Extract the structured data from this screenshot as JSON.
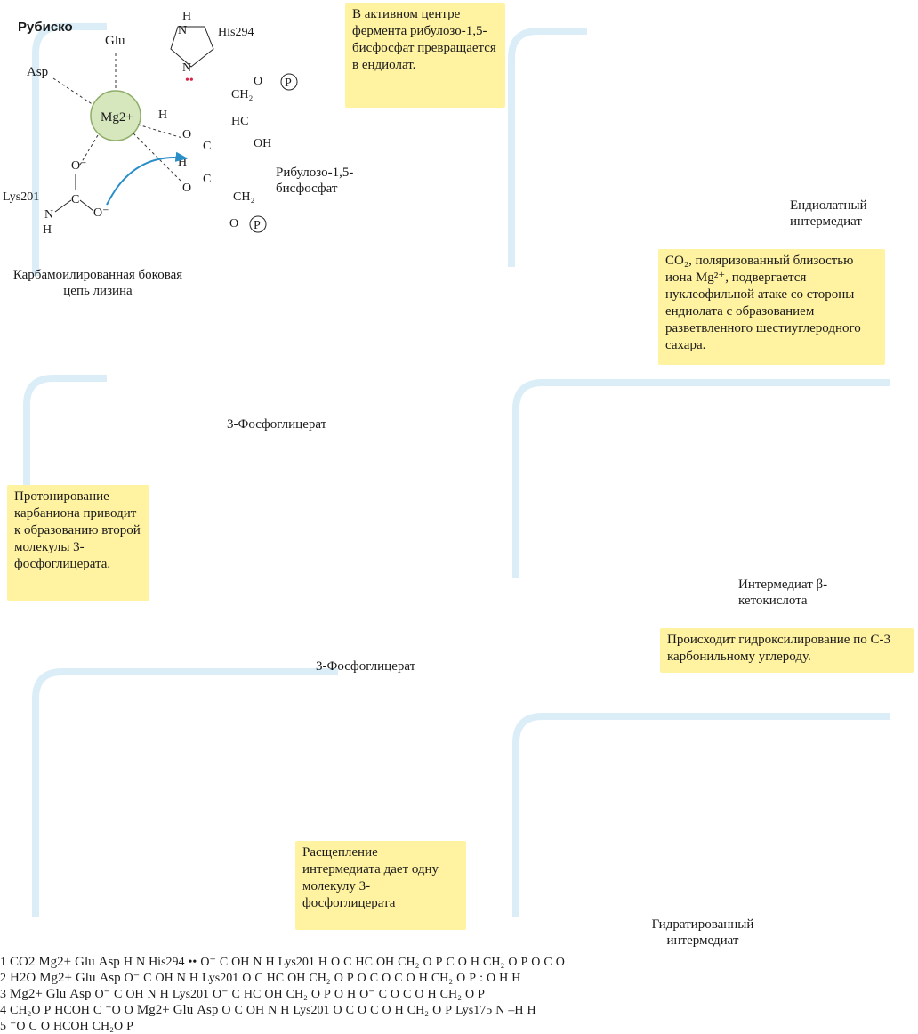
{
  "title": "Рубиско",
  "steps": [
    "1",
    "2",
    "3",
    "4",
    "5"
  ],
  "step_boxes": {
    "s1": "В активном центре фермента рибулозо-1,5-бисфосфат превращается в ендиолат.",
    "s2": "CO₂, поляризованный близостью иона Mg²⁺, подвергается нуклеофильной атаке со стороны ендиолата с образованием разветвленного шестиуглеродного сахара.",
    "s3": "Происходит гидроксилирование по С-3 карбонильному углероду.",
    "s4": "Расщепление интермедиата дает одну молекулу 3-фосфоглицерата",
    "s5": "Протонирование карбаниона приводит к образованию второй молекулы 3-фосфоглицерата."
  },
  "labels": {
    "ribulose": "Рибулозо-1,5-бисфосфат",
    "carbamoyl": "Карбамоилированная боковая цепь лизина",
    "enediolate": "Ендиолатный интермедиат",
    "ketoacid": "Интермедиат β-кетокислота",
    "hydrated": "Гидратированный интермедиат",
    "pga1": "3-Фосфоглицерат",
    "pga2": "3-Фосфоглицерат"
  },
  "reagents": {
    "co2": "CO2",
    "h2o": "H2O"
  },
  "residues": {
    "glu": "Glu",
    "asp": "Asp",
    "lys201": "Lys201",
    "lys175": "Lys175",
    "his294": "His294",
    "mg": "Mg2+"
  },
  "colors": {
    "mg_fill": "#d7e7bd",
    "mg_stroke": "#8fae6a",
    "box": "#fff2a0",
    "highlight": "#d6254a",
    "arrow_blue": "#2a8fc8",
    "pocket": "#dbeef8"
  }
}
